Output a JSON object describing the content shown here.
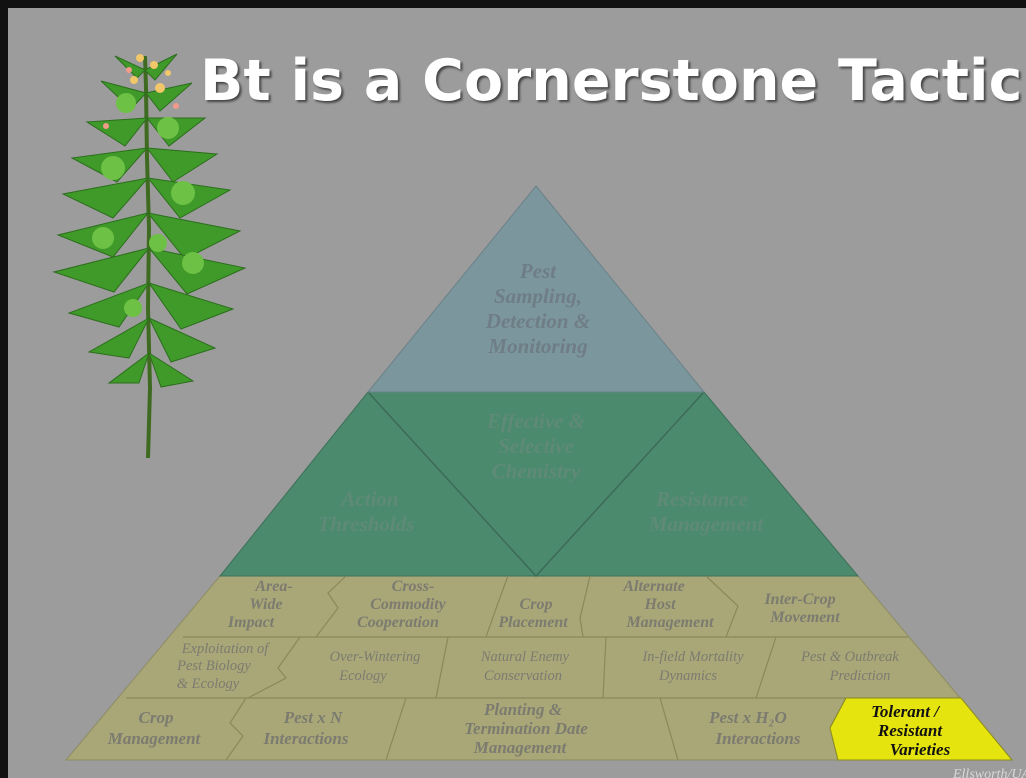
{
  "slide": {
    "title": "Bt is a Cornerstone Tactic",
    "credit": "Ellsworth/UA"
  },
  "pyramid": {
    "apex": [
      "Pest",
      "Sampling,",
      "Detection &",
      "Monitoring"
    ],
    "middle": {
      "left": [
        "Action",
        "Thresholds"
      ],
      "center": [
        "Effective &",
        "Selective",
        "Chemistry"
      ],
      "right": [
        "Resistance",
        "Management"
      ]
    },
    "tier3_row1": [
      [
        "Area-",
        "Wide",
        "Impact"
      ],
      [
        "Cross-",
        "Commodity",
        "Cooperation"
      ],
      [
        "Crop",
        "Placement"
      ],
      [
        "Alternate",
        "Host",
        "Management"
      ],
      [
        "Inter-Crop",
        "Movement"
      ]
    ],
    "tier3_row2": [
      [
        "Exploitation of",
        "Pest Biology",
        "& Ecology"
      ],
      [
        "Over-Wintering",
        "Ecology"
      ],
      [
        "Natural Enemy",
        "Conservation"
      ],
      [
        "In-field Mortality",
        "Dynamics"
      ],
      [
        "Pest & Outbreak",
        "Prediction"
      ]
    ],
    "tier3_row3": [
      [
        "Crop",
        "Management"
      ],
      [
        "Pest x N",
        "Interactions"
      ],
      [
        "Planting &",
        "Termination Date",
        "Management"
      ],
      [
        "Pest x H₂O",
        "Interactions"
      ],
      [
        "Tolerant /",
        "Resistant",
        "Varieties"
      ]
    ]
  },
  "colors": {
    "background": "#9c9c9c",
    "apex": "#7c969d",
    "middle": "#4b8a6c",
    "base": "#a9a777",
    "highlight": "#e6e40f"
  }
}
